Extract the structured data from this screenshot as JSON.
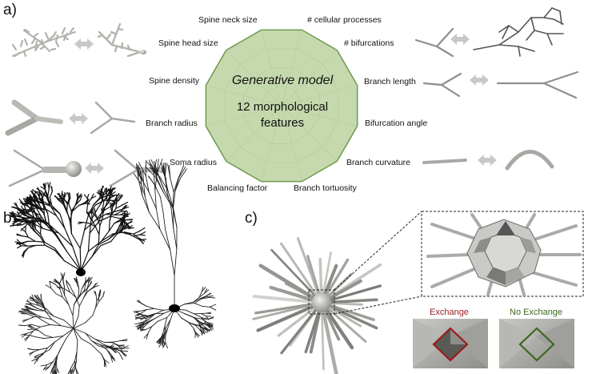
{
  "panels": {
    "a": "a)",
    "b": "b)",
    "c": "c)"
  },
  "model": {
    "title": "Generative model",
    "line1": "12 morphological",
    "line2": "features",
    "fill_color": "#c6d9ae",
    "edge_color": "#6f9a4e"
  },
  "features": {
    "spine_neck_size": "Spine neck size",
    "cellular_processes": "# cellular processes",
    "spine_head_size": "Spine head size",
    "bifurcations": "# bifurcations",
    "spine_density": "Spine density",
    "branch_length": "Branch length",
    "branch_radius": "Branch radius",
    "bifurcation_angle": "Bifurcation angle",
    "soma_radius": "Soma radius",
    "branch_curvature": "Branch curvature",
    "balancing_factor": "Balancing factor",
    "branch_tortuosity": "Branch tortuosity"
  },
  "exchange": {
    "label": "Exchange",
    "color": "#9b1c1c",
    "no_label": "No Exchange",
    "no_color": "#3a6a1c"
  },
  "arrow_icon": "double-arrow-icon"
}
